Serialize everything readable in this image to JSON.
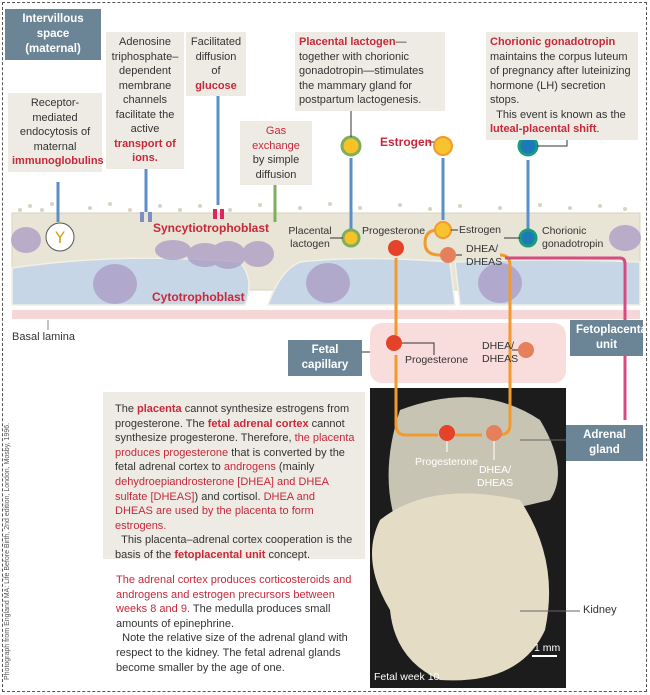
{
  "labels": {
    "intervillous_space": "Intervillous space (maternal)",
    "syncytiotrophoblast": "Syncytiotrophoblast",
    "cytotrophoblast": "Cytotrophoblast",
    "basal_lamina": "Basal lamina",
    "fetal_capillary": "Fetal capillary",
    "fetoplacental_unit": "Fetoplacental unit",
    "adrenal_gland": "Adrenal gland",
    "kidney": "Kidney",
    "fetal_week": "Fetal week 10",
    "scale_bar": "1 mm"
  },
  "callouts": {
    "endocytosis": {
      "pre": "Receptor-mediated endocytosis of maternal",
      "highlight": "immunoglobulins"
    },
    "atp_channels": {
      "pre": "Adenosine triphosphate–dependent membrane channels facilitate the active",
      "highlight": "transport of ions."
    },
    "glucose": {
      "pre": "Facilitated diffusion of",
      "highlight": "glucose"
    },
    "gas_exchange": {
      "highlight": "Gas exchange",
      "post": "by simple diffusion"
    },
    "placental_lactogen": {
      "highlight": "Placental lactogen",
      "post": "—together with chorionic gonadotropin—stimulates the mammary gland for postpartum lactogenesis."
    },
    "chorionic_gonadotropin": {
      "highlight": "Chorionic gonadotropin",
      "mid": "maintains the corpus luteum of pregnancy after luteinizing hormone (LH) secretion stops.",
      "mid2": "This event is known as the",
      "highlight2": "luteal-placental shift",
      "end": "."
    }
  },
  "hormones": {
    "estrogen_top": "Estrogen",
    "placental_lactogen": "Placental lactogen",
    "progesterone": "Progesterone",
    "estrogen": "Estrogen",
    "dhea_dheas": "DHEA/ DHEAS",
    "chorionic_gonadotropin": "Chorionic gonadotropin"
  },
  "paragraph1": {
    "s1": "The ",
    "s2": "placenta",
    "s3": " cannot synthesize estrogens from progesterone. The ",
    "s4": "fetal adrenal cortex",
    "s5": " cannot synthesize progesterone. Therefore, ",
    "s6": "the placenta produces progesterone",
    "s7": " that is converted by the fetal adrenal cortex to ",
    "s8": "androgens",
    "s9": " (mainly ",
    "s10": "dehydroepiandrosterone [DHEA] and DHEA sulfate [DHEAS]",
    "s11": ") and cortisol. ",
    "s12": "DHEA and DHEAS are used by the placenta to form estrogens.",
    "s13": "This placenta–adrenal cortex cooperation is the basis of the ",
    "s14": "fetoplacental unit",
    "s15": " concept."
  },
  "paragraph2": {
    "s1": "The adrenal cortex produces corticosteroids and androgens and estrogen precursors between weeks 8 and 9.",
    "s2": " The medulla produces small amounts of epinephrine.",
    "s3": "Note the relative size of the adrenal gland with respect to the kidney.  The fetal adrenal glands become smaller by the age of one."
  },
  "credit": "Photograph from England MA: Life Before Birth, 2nd edition, London, Mosby, 1996.",
  "colors": {
    "accent_red": "#c8283a",
    "slate": "#6b8596",
    "arrow_blue": "#5b8fc7",
    "arrow_orange": "#f39a2e",
    "arrow_green": "#7fae5c",
    "magenta": "#d64b80"
  }
}
